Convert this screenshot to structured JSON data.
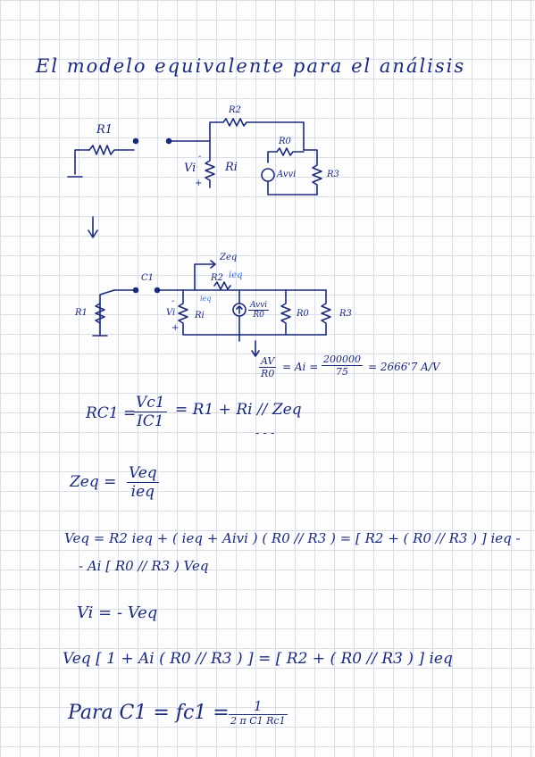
{
  "heading": "El modelo equivalente para el análisis",
  "circuit1": {
    "r1": "R1",
    "r2": "R2",
    "r0": "R0",
    "vi_minus": "-",
    "vi": "Vi",
    "vi_plus": "+",
    "ri": "Ri",
    "source": "Avvi",
    "r3": "R3"
  },
  "arrow_down": "↓",
  "circuit2": {
    "zeq": "Zeq",
    "c1": "C1",
    "r2": "R2",
    "ieq": "ieq",
    "ieq2": "ieq",
    "r1": "R1",
    "vi_minus": "-",
    "vi": "Vi",
    "vi_plus": "+",
    "ri": "Ri",
    "src_num": "Avvi",
    "src_den": "R0",
    "r0": "R0",
    "r3": "R3"
  },
  "eq_ai": {
    "arrow": "↓",
    "lhs_num": "AV",
    "lhs_den": "R0",
    "mid": "= Ai =",
    "rhs_num": "200000",
    "rhs_den": "75",
    "result": "= 2666'7 A/V"
  },
  "eq_rc1": {
    "lhs": "RC1 =",
    "num": "Vc1",
    "den": "IC1",
    "rhs": "= R1   + Ri // Zeq",
    "dashes": "- - -"
  },
  "eq_zeq": {
    "lhs": "Zeq =",
    "num": "Veq",
    "den": "ieq"
  },
  "eq_veq_line1": "Veq = R2 ieq + ( ieq + Aivi ) ( R0 // R3 ) = [ R2 + ( R0 // R3 ) ] ieq  -",
  "eq_veq_line2": "- Ai [ R0 // R3 ) Veq",
  "eq_vi": "Vi = - Veq",
  "eq_final": "Veq [ 1 + Ai ( R0 // R3 ) ] = [ R2 + ( R0 // R3 ) ] ieq",
  "eq_c1": {
    "lhs": "Para C1 = fc1 =",
    "num": "1",
    "den": "2 π C1 Rc1"
  }
}
